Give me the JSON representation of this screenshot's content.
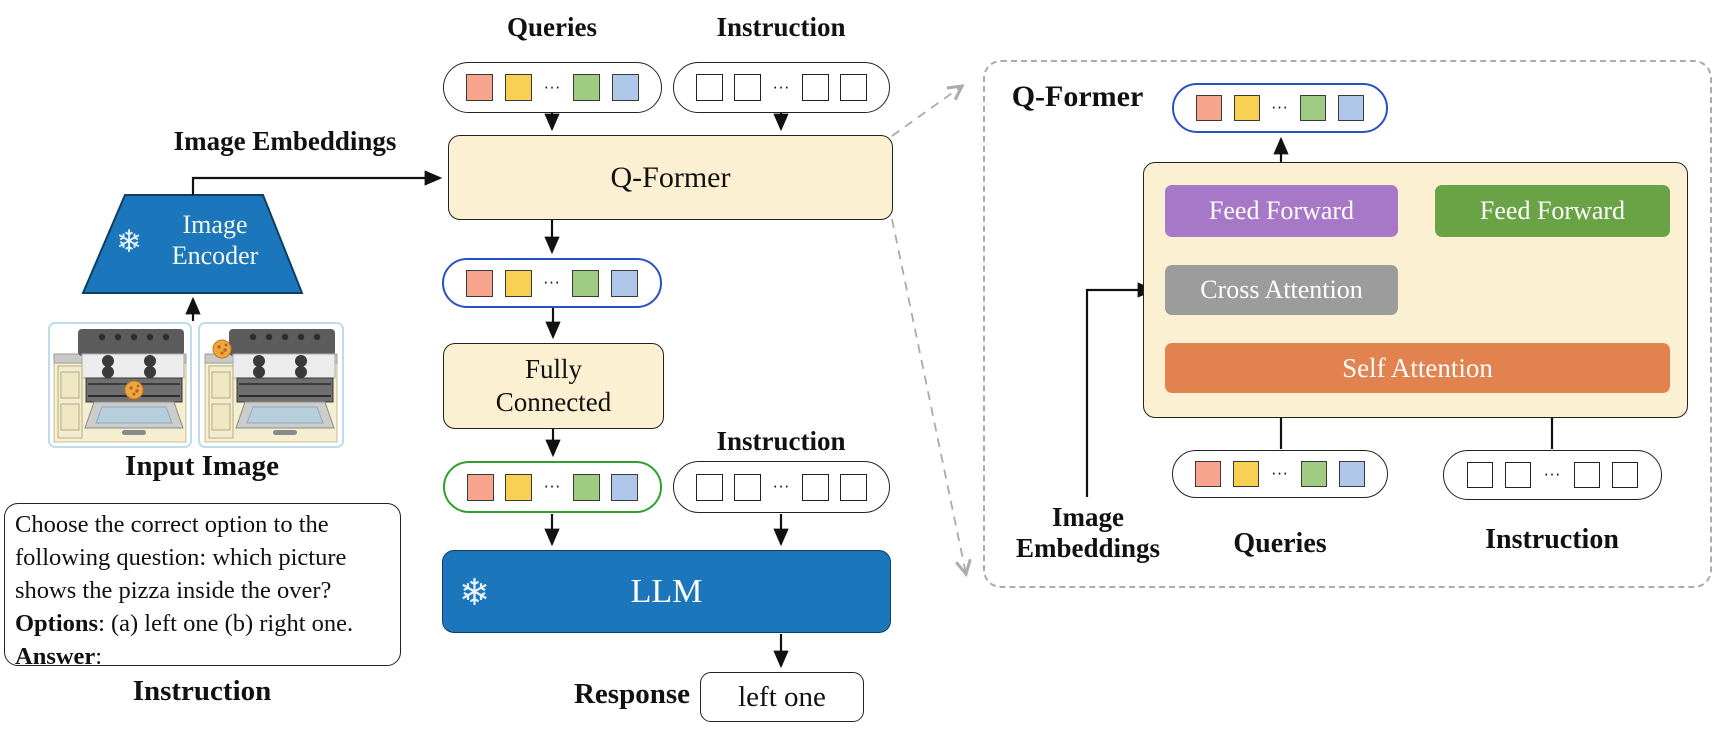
{
  "colors": {
    "cream": "#FBF0D1",
    "blue_fill": "#1B76BC",
    "pill_blue_border": "#2850C8",
    "pill_green_border": "#2DA02D",
    "token_salmon": "#F6A48B",
    "token_yellow": "#F8D054",
    "token_green": "#9FCB83",
    "token_blue": "#AFC7E8",
    "purple_ff": "#A878C8",
    "green_ff": "#69A345",
    "gray_ca": "#9C9C9C",
    "orange_sa": "#E2824E",
    "dash_gray": "#ABABAB"
  },
  "tokens": {
    "dots": "···",
    "colored": [
      "salmon",
      "yellow",
      "dots",
      "green",
      "blue"
    ],
    "plain": [
      "plain",
      "plain",
      "dots",
      "plain",
      "plain"
    ]
  },
  "left": {
    "image_embeddings_label": "Image Embeddings",
    "encoder_line1": "Image",
    "encoder_line2": "Encoder",
    "snowflake": "❄",
    "input_image_label": "Input Image",
    "instruction_label": "Instruction",
    "instruction_text": {
      "line1": "Choose the correct option to the",
      "line2": "following question: which picture",
      "line3": "shows the pizza inside the over?",
      "options_word": "Options",
      "options_rest": ": (a) left one (b) right one.",
      "answer_word": "Answer",
      "answer_rest": ":"
    }
  },
  "middle": {
    "queries_label": "Queries",
    "instruction_label_top": "Instruction",
    "qformer": "Q-Former",
    "fully_connected_line1": "Fully",
    "fully_connected_line2": "Connected",
    "instruction_label_mid": "Instruction",
    "llm": "LLM",
    "llm_snowflake": "❄",
    "response_label": "Response",
    "response_value": "left one"
  },
  "panel": {
    "qformer_label": "Q-Former",
    "feed_forward_left": "Feed Forward",
    "feed_forward_right": "Feed Forward",
    "cross_attention": "Cross Attention",
    "self_attention": "Self Attention",
    "image_embeddings_line1": "Image",
    "image_embeddings_line2": "Embeddings",
    "queries_label": "Queries",
    "instruction_label": "Instruction"
  }
}
